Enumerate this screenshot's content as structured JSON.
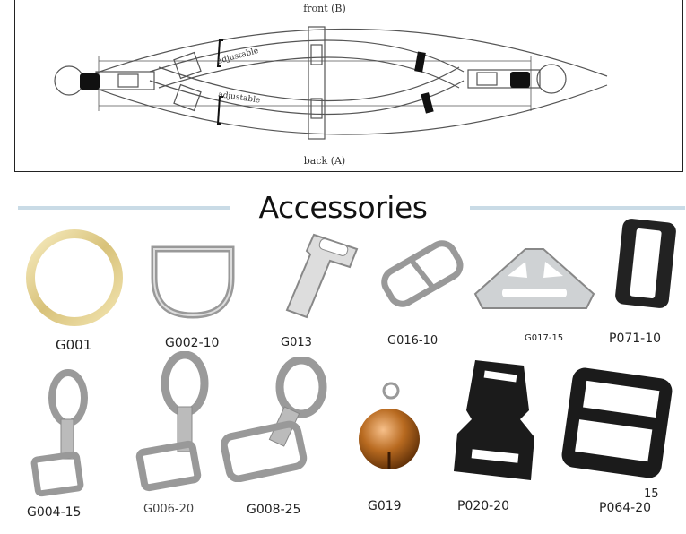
{
  "diagram": {
    "front_label": "front (B)",
    "back_label": "back (A)",
    "adjustable_top": "adjustable",
    "adjustable_bottom": "adjustable"
  },
  "section_title": "Accessories",
  "items": [
    {
      "code": "G001"
    },
    {
      "code": "G002-10"
    },
    {
      "code": "G013"
    },
    {
      "code": "G016-10"
    },
    {
      "code": "G017-15"
    },
    {
      "code": "P071-10"
    },
    {
      "code": "G004-15"
    },
    {
      "code": "G006-20"
    },
    {
      "code": "G008-25"
    },
    {
      "code": "G019"
    },
    {
      "code": "P020-20"
    },
    {
      "code": "P064-20"
    },
    {
      "code": "15"
    }
  ]
}
